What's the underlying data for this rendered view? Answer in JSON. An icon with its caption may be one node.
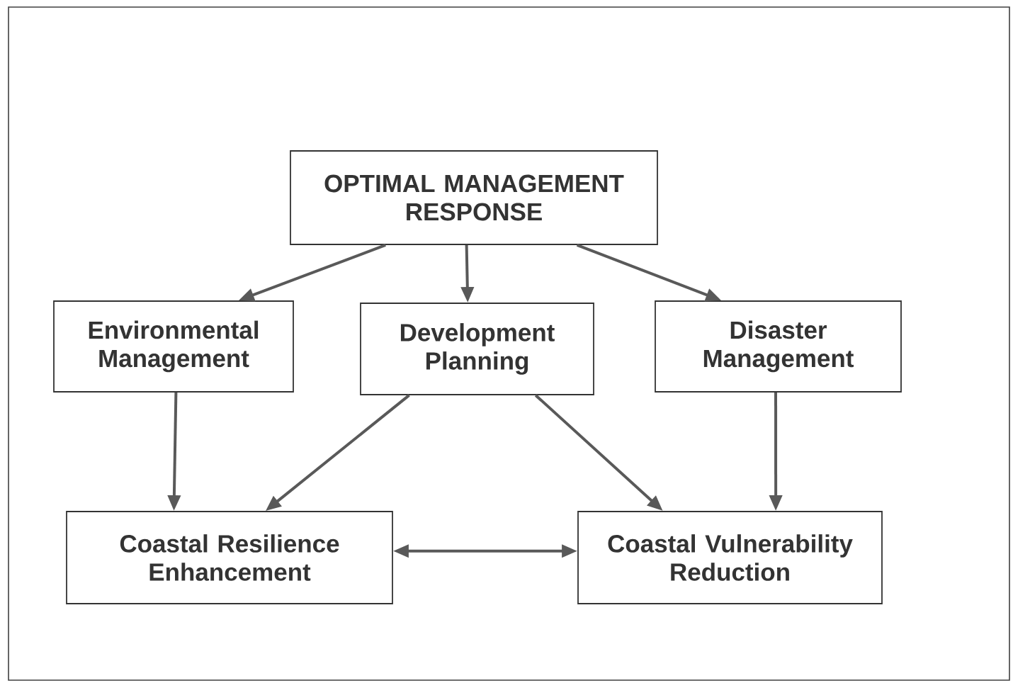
{
  "diagram": {
    "nodes": [
      {
        "text": [
          "OPTIMAL MANAGEMENT RESPONSE"
        ]
      },
      {
        "text": [
          "Environmental Management"
        ]
      },
      {
        "text": [
          "Development Planning"
        ]
      },
      {
        "text": [
          "Disaster Management"
        ]
      },
      {
        "text": [
          "Coastal Resilience Enhancement"
        ]
      },
      {
        "text": [
          "Coastal Vulnerability Reduction"
        ]
      }
    ],
    "edges": [
      {
        "from": 0,
        "to": 1,
        "arrow": "to"
      },
      {
        "from": 0,
        "to": 2,
        "arrow": "to"
      },
      {
        "from": 0,
        "to": 3,
        "arrow": "to"
      },
      {
        "from": 1,
        "to": 4,
        "arrow": "to"
      },
      {
        "from": 2,
        "to": 4,
        "arrow": "to"
      },
      {
        "from": 2,
        "to": 5,
        "arrow": "to"
      },
      {
        "from": 3,
        "to": 5,
        "arrow": "to"
      },
      {
        "from": 4,
        "to": 5,
        "arrow": "both"
      }
    ]
  }
}
